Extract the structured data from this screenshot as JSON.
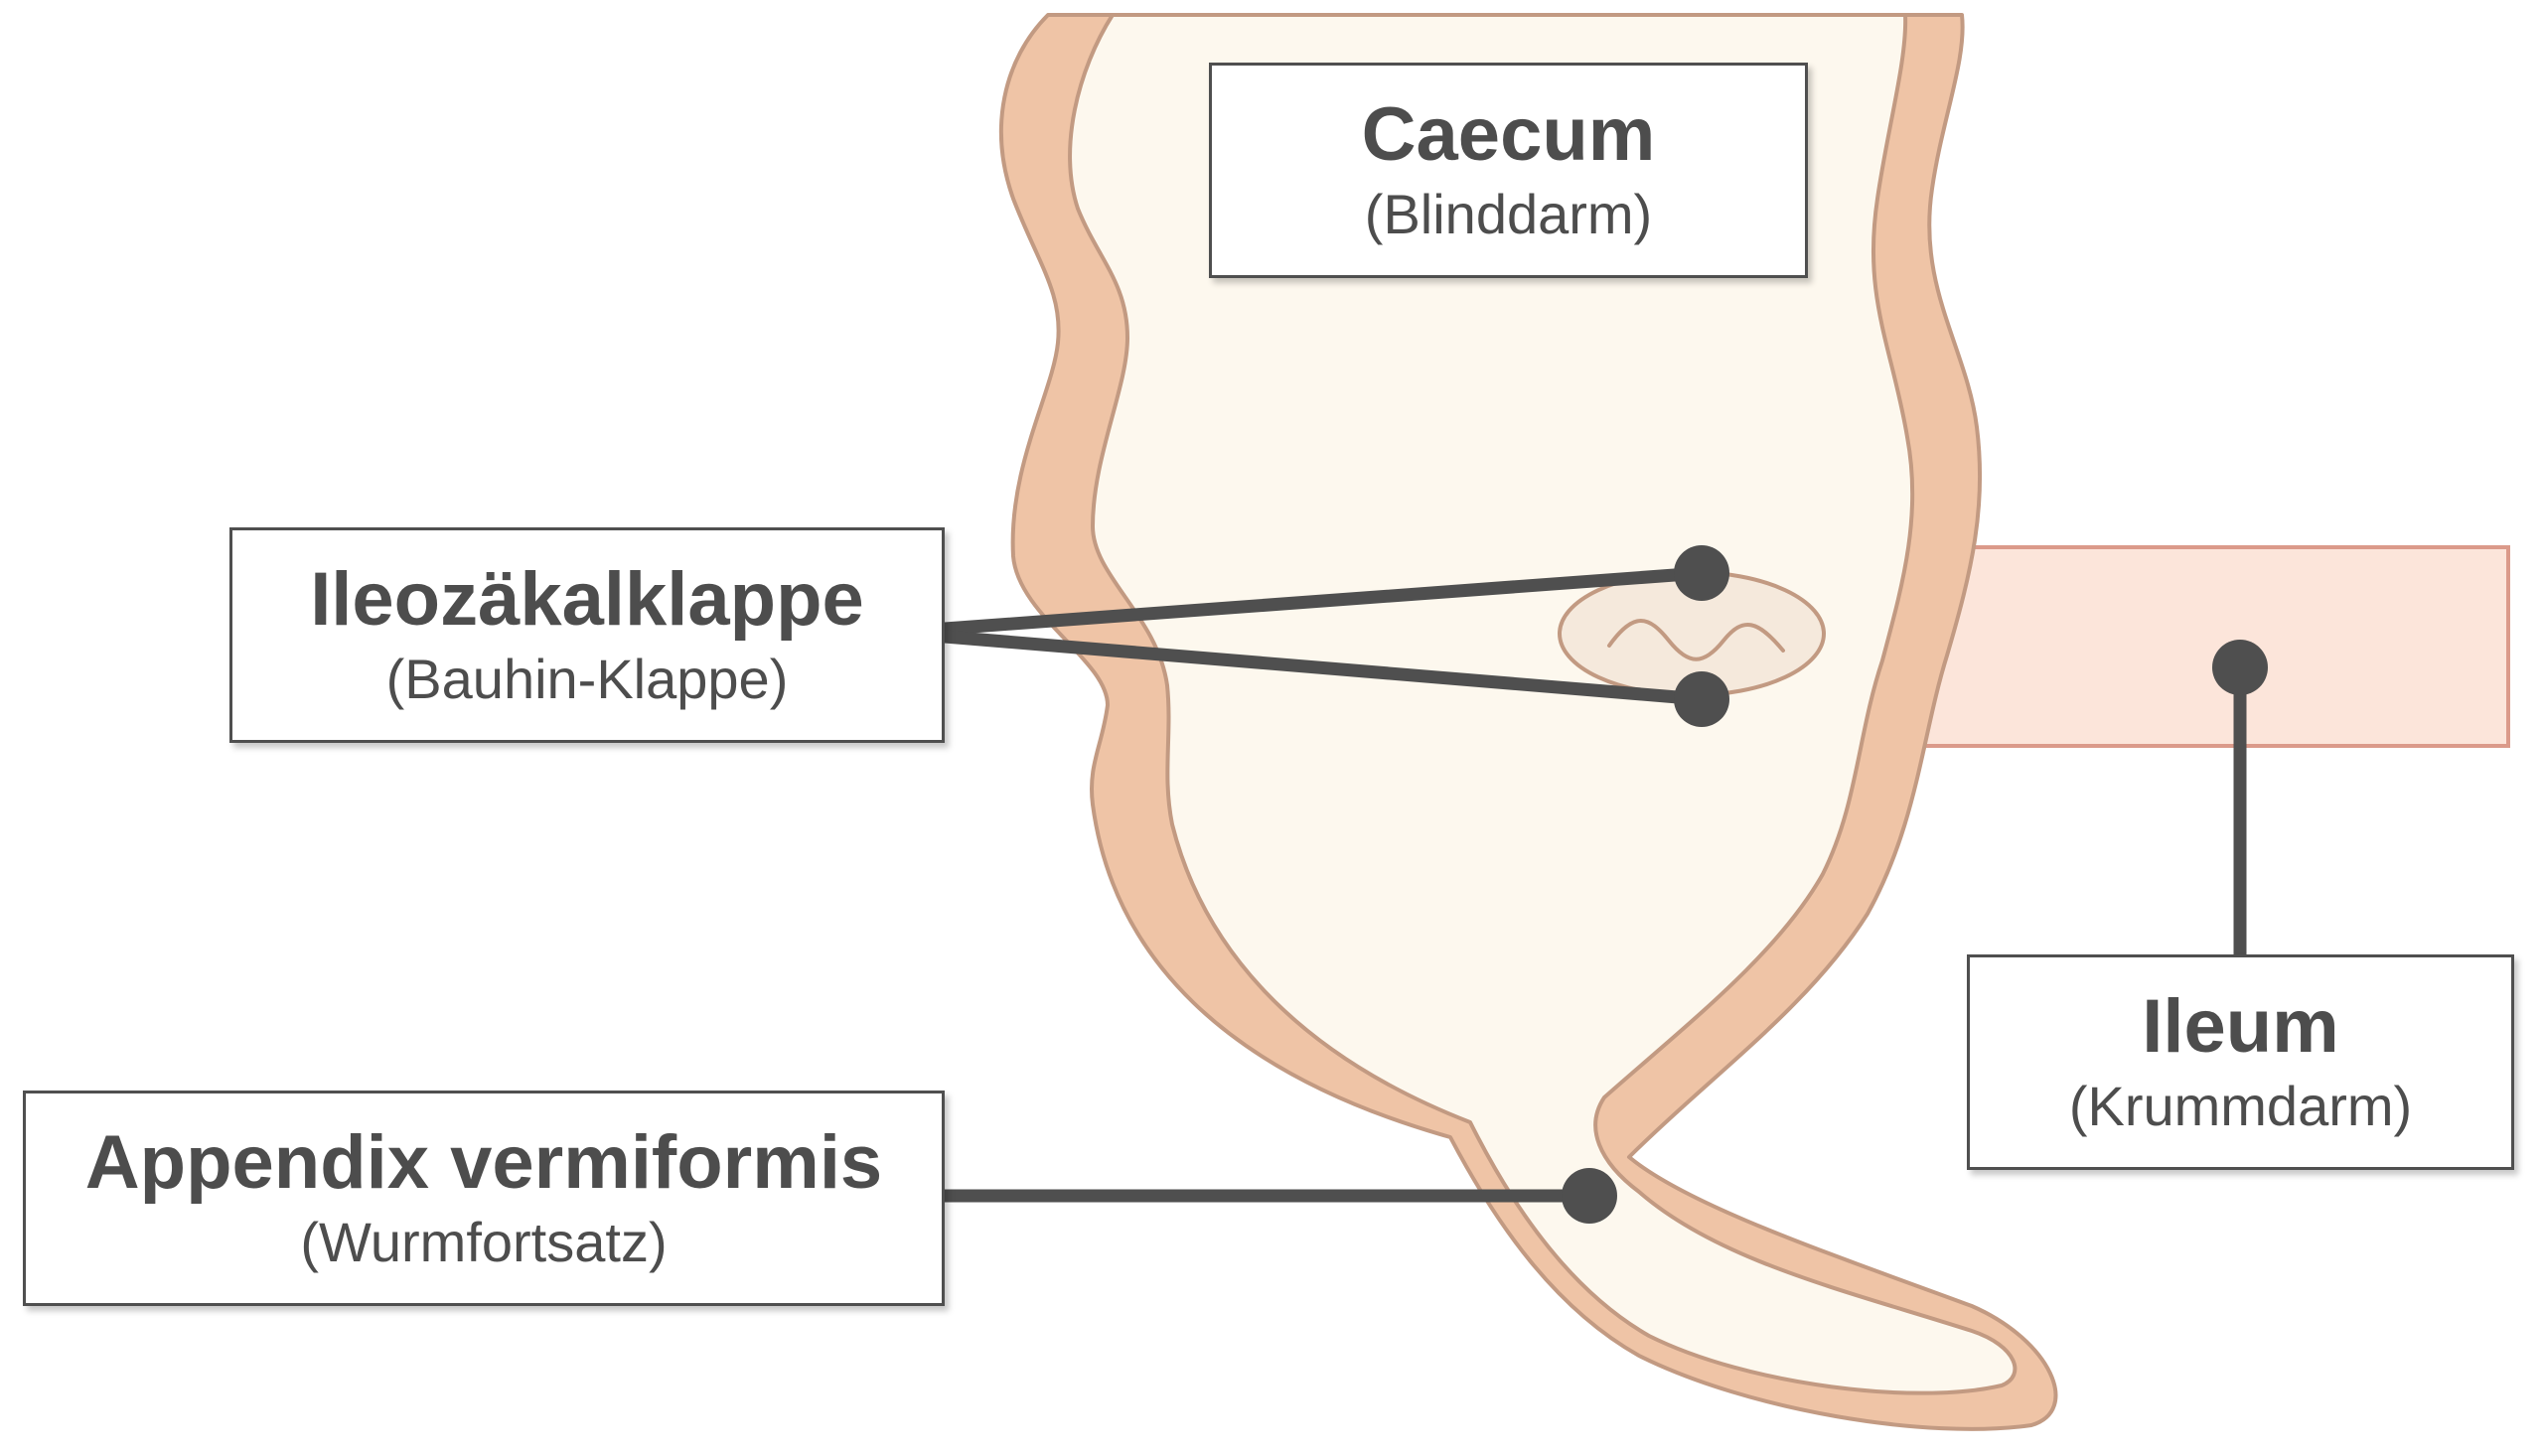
{
  "labels": {
    "caecum": {
      "title": "Caecum",
      "subtitle": "(Blinddarm)"
    },
    "ileocecal_valve": {
      "title": "Ileozäkalklappe",
      "subtitle": "(Bauhin-Klappe)"
    },
    "ileum": {
      "title": "Ileum",
      "subtitle": "(Krummdarm)"
    },
    "appendix": {
      "title": "Appendix vermiformis",
      "subtitle": "(Wurmfortsatz)"
    }
  },
  "colors": {
    "background": "#ffffff",
    "organ_wall": "#efc4a6",
    "organ_wall_outline": "#c29a82",
    "organ_lumen": "#fdf8ee",
    "ileum_fill": "#fce5da",
    "ileum_outline": "#db9a8a",
    "leader_line": "#4f4f4f",
    "label_text": "#4d4d4d",
    "label_border": "#4f4f4f"
  }
}
